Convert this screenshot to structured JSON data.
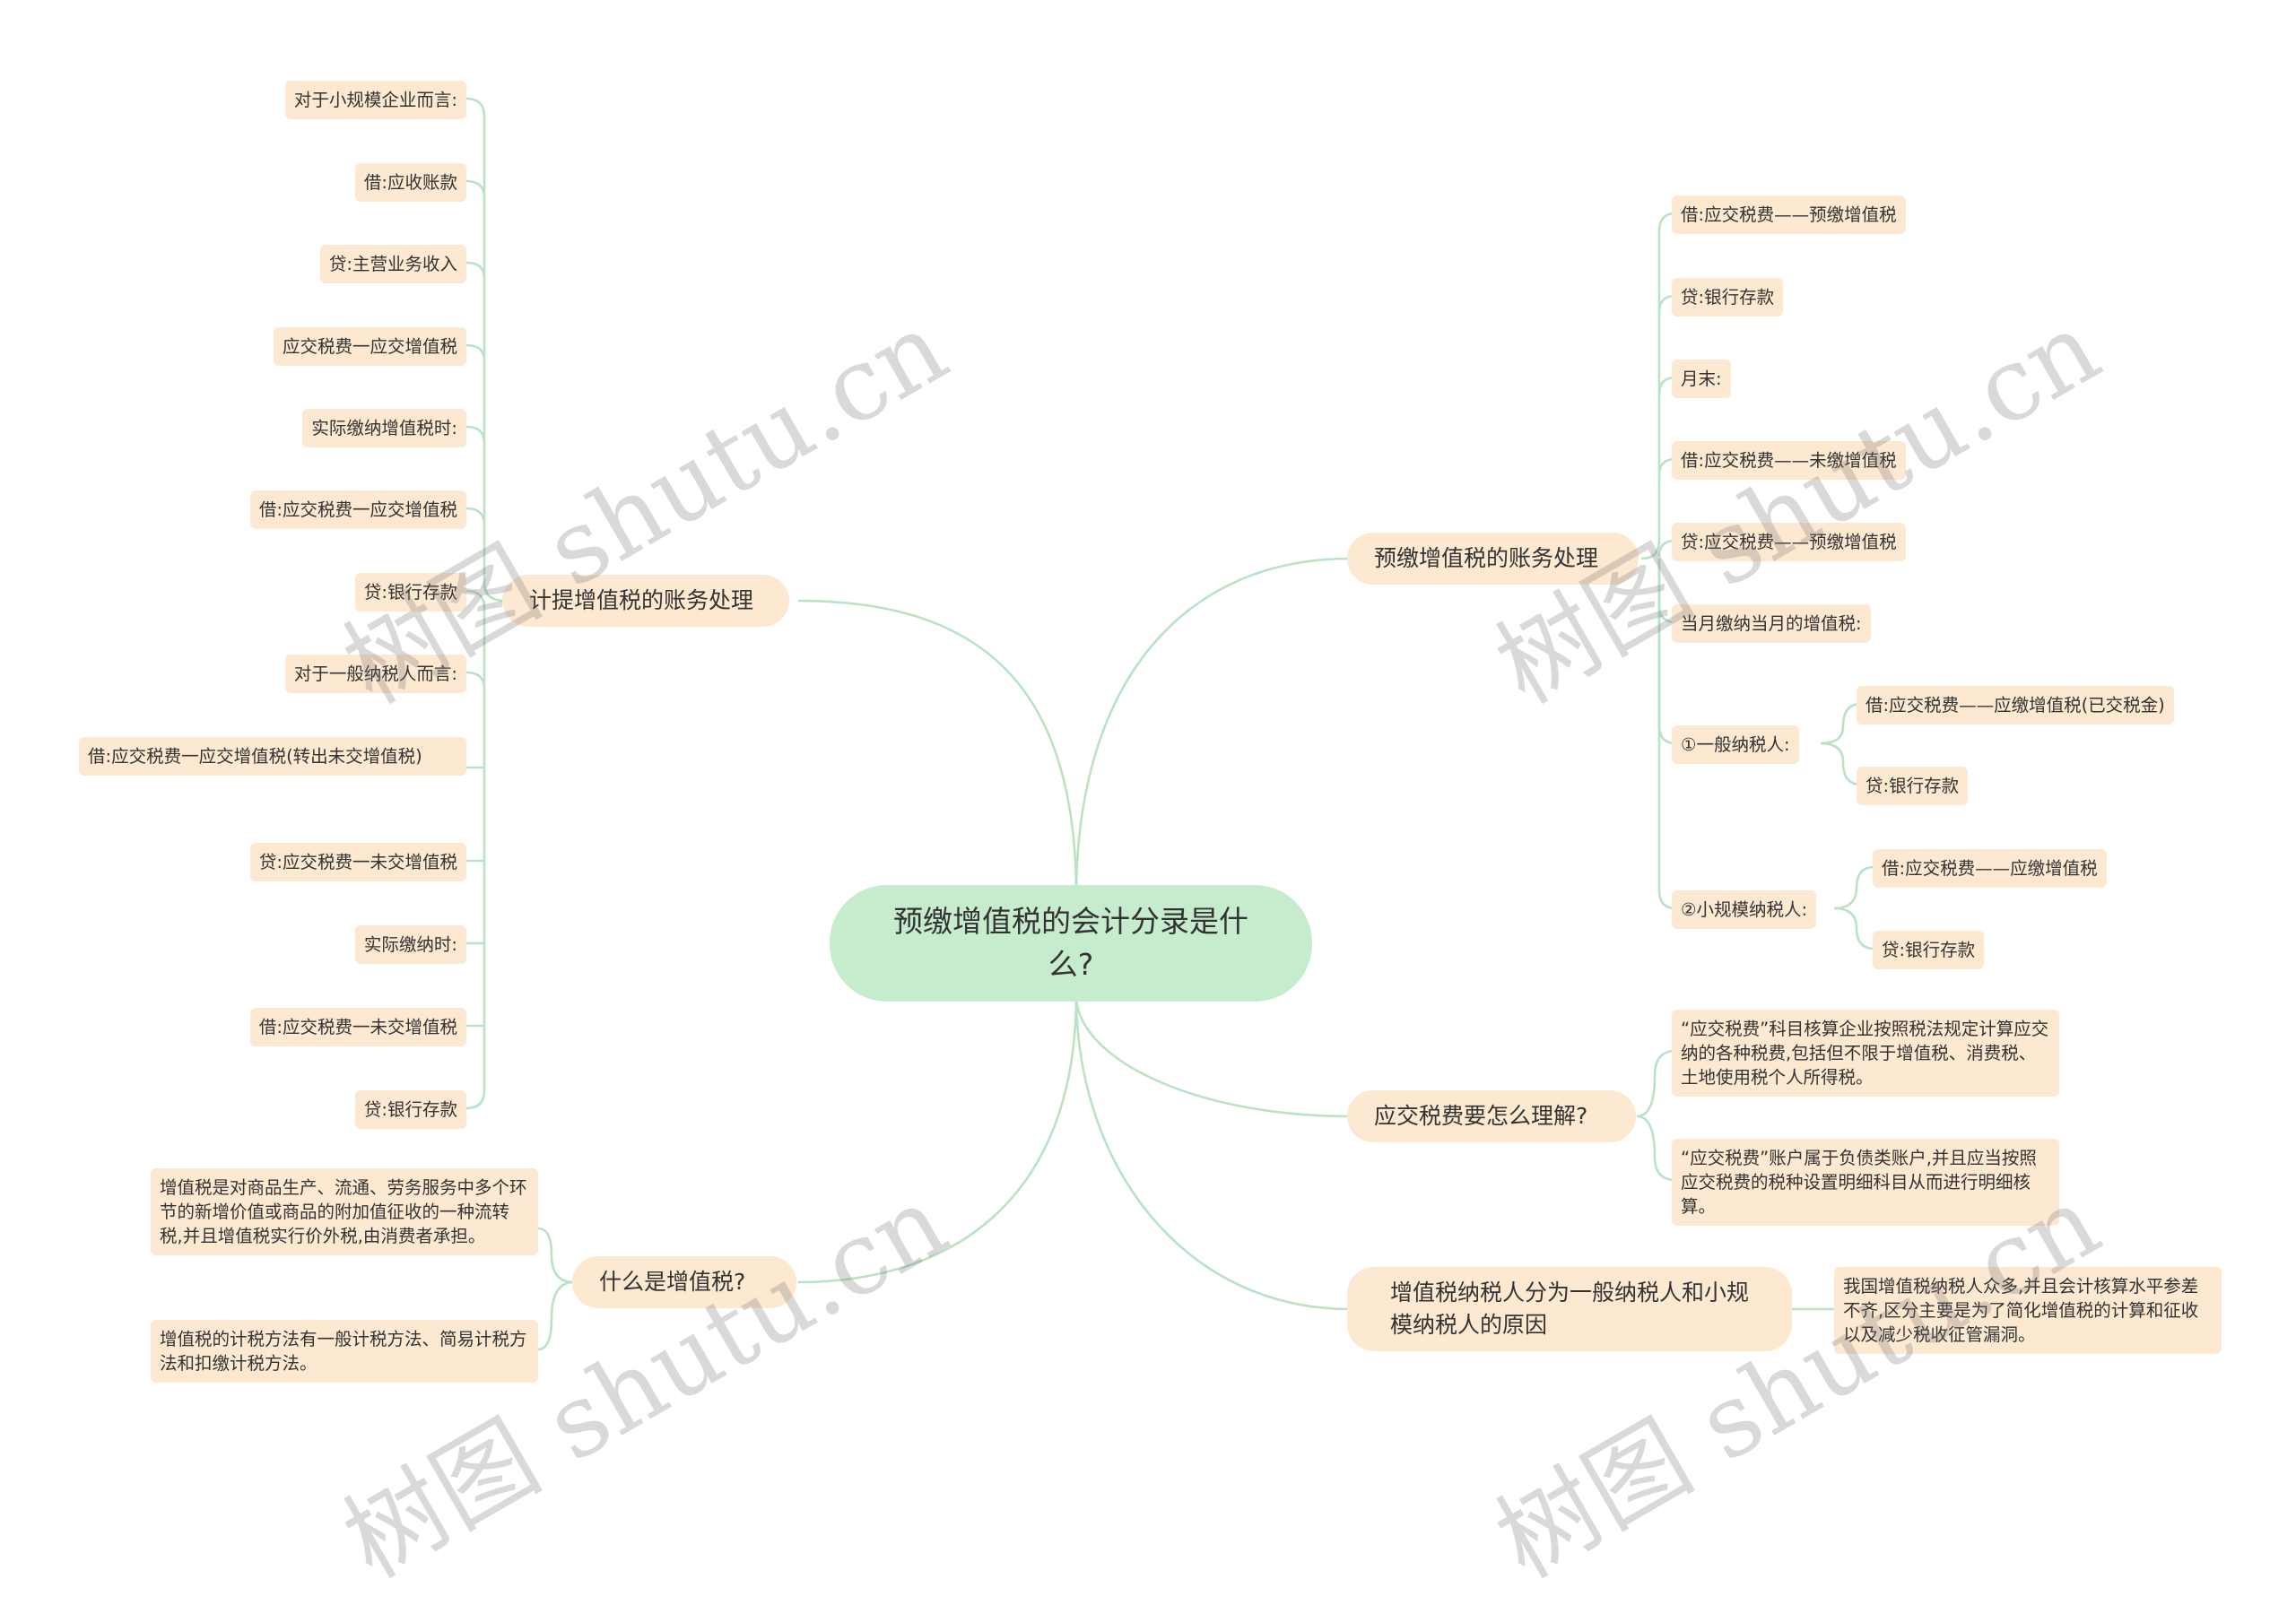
{
  "root": "预缴增值税的会计分录是什么?",
  "watermark": "树图 shutu.cn",
  "colors": {
    "root_bg": "#c6ebcd",
    "node_bg": "#fde8d1",
    "link": "#b9e3c4"
  },
  "left_top": {
    "label": "计提增值税的账务处理",
    "items": [
      "对于小规模企业而言:",
      "借:应收账款",
      "贷:主营业务收入",
      "应交税费一应交增值税",
      "实际缴纳增值税时:",
      "借:应交税费一应交增值税",
      "贷:银行存款",
      "对于一般纳税人而言:",
      "借:应交税费一应交增值税(转出未交增值税)",
      "贷:应交税费一未交增值税",
      "实际缴纳时:",
      "借:应交税费一未交增值税",
      "贷:银行存款"
    ]
  },
  "left_bottom": {
    "label": "什么是增值税?",
    "items": [
      "增值税是对商品生产、流通、劳务服务中多个环节的新增价值或商品的附加值征收的一种流转税,并且增值税实行价外税,由消费者承担。",
      "增值税的计税方法有一般计税方法、简易计税方法和扣缴计税方法。"
    ]
  },
  "right_top": {
    "label": "预缴增值税的账务处理",
    "items": [
      "借:应交税费——预缴增值税",
      "贷:银行存款",
      "月末:",
      "借:应交税费——未缴增值税",
      "贷:应交税费——预缴增值税",
      "当月缴纳当月的增值税:"
    ],
    "general": {
      "label": "①一般纳税人:",
      "items": [
        "借:应交税费——应缴增值税(已交税金)",
        "贷:银行存款"
      ]
    },
    "small": {
      "label": "②小规模纳税人:",
      "items": [
        "借:应交税费——应缴增值税",
        "贷:银行存款"
      ]
    }
  },
  "right_mid": {
    "label": "应交税费要怎么理解?",
    "items": [
      "“应交税费”科目核算企业按照税法规定计算应交纳的各种税费,包括但不限于增值税、消费税、土地使用税个人所得税。",
      "“应交税费”账户属于负债类账户,并且应当按照应交税费的税种设置明细科目从而进行明细核算。"
    ]
  },
  "right_bottom": {
    "label": "增值税纳税人分为一般纳税人和小规模纳税人的原因",
    "items": [
      "我国增值税纳税人众多,并且会计核算水平参差不齐,区分主要是为了简化增值税的计算和征收以及减少税收征管漏洞。"
    ]
  }
}
